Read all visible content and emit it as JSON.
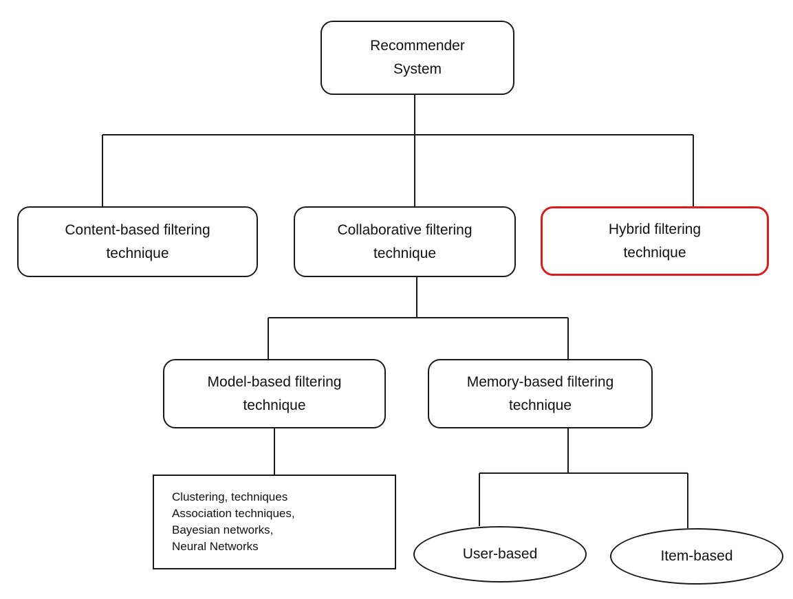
{
  "diagram": {
    "root": {
      "lines": [
        "Recommender",
        "System"
      ]
    },
    "level1": {
      "content_based": {
        "lines": [
          "Content-based filtering",
          "technique"
        ]
      },
      "collaborative": {
        "lines": [
          "Collaborative filtering",
          "technique"
        ]
      },
      "hybrid": {
        "lines": [
          "Hybrid filtering",
          "technique"
        ],
        "highlight_color": "#e01b1b"
      }
    },
    "level2": {
      "model_based": {
        "lines": [
          "Model-based filtering",
          "technique"
        ]
      },
      "memory_based": {
        "lines": [
          "Memory-based filtering",
          "technique"
        ]
      }
    },
    "level3": {
      "model_techniques": {
        "lines": [
          "Clustering, techniques",
          "Association techniques,",
          "Bayesian networks,",
          "Neural Networks"
        ]
      },
      "user_based": {
        "lines": [
          "User-based"
        ]
      },
      "item_based": {
        "lines": [
          "Item-based"
        ]
      }
    },
    "colors": {
      "line": "#1a1a1a",
      "box_border": "#1a1a1a",
      "highlight": "#e01b1b",
      "background": "#ffffff"
    }
  }
}
